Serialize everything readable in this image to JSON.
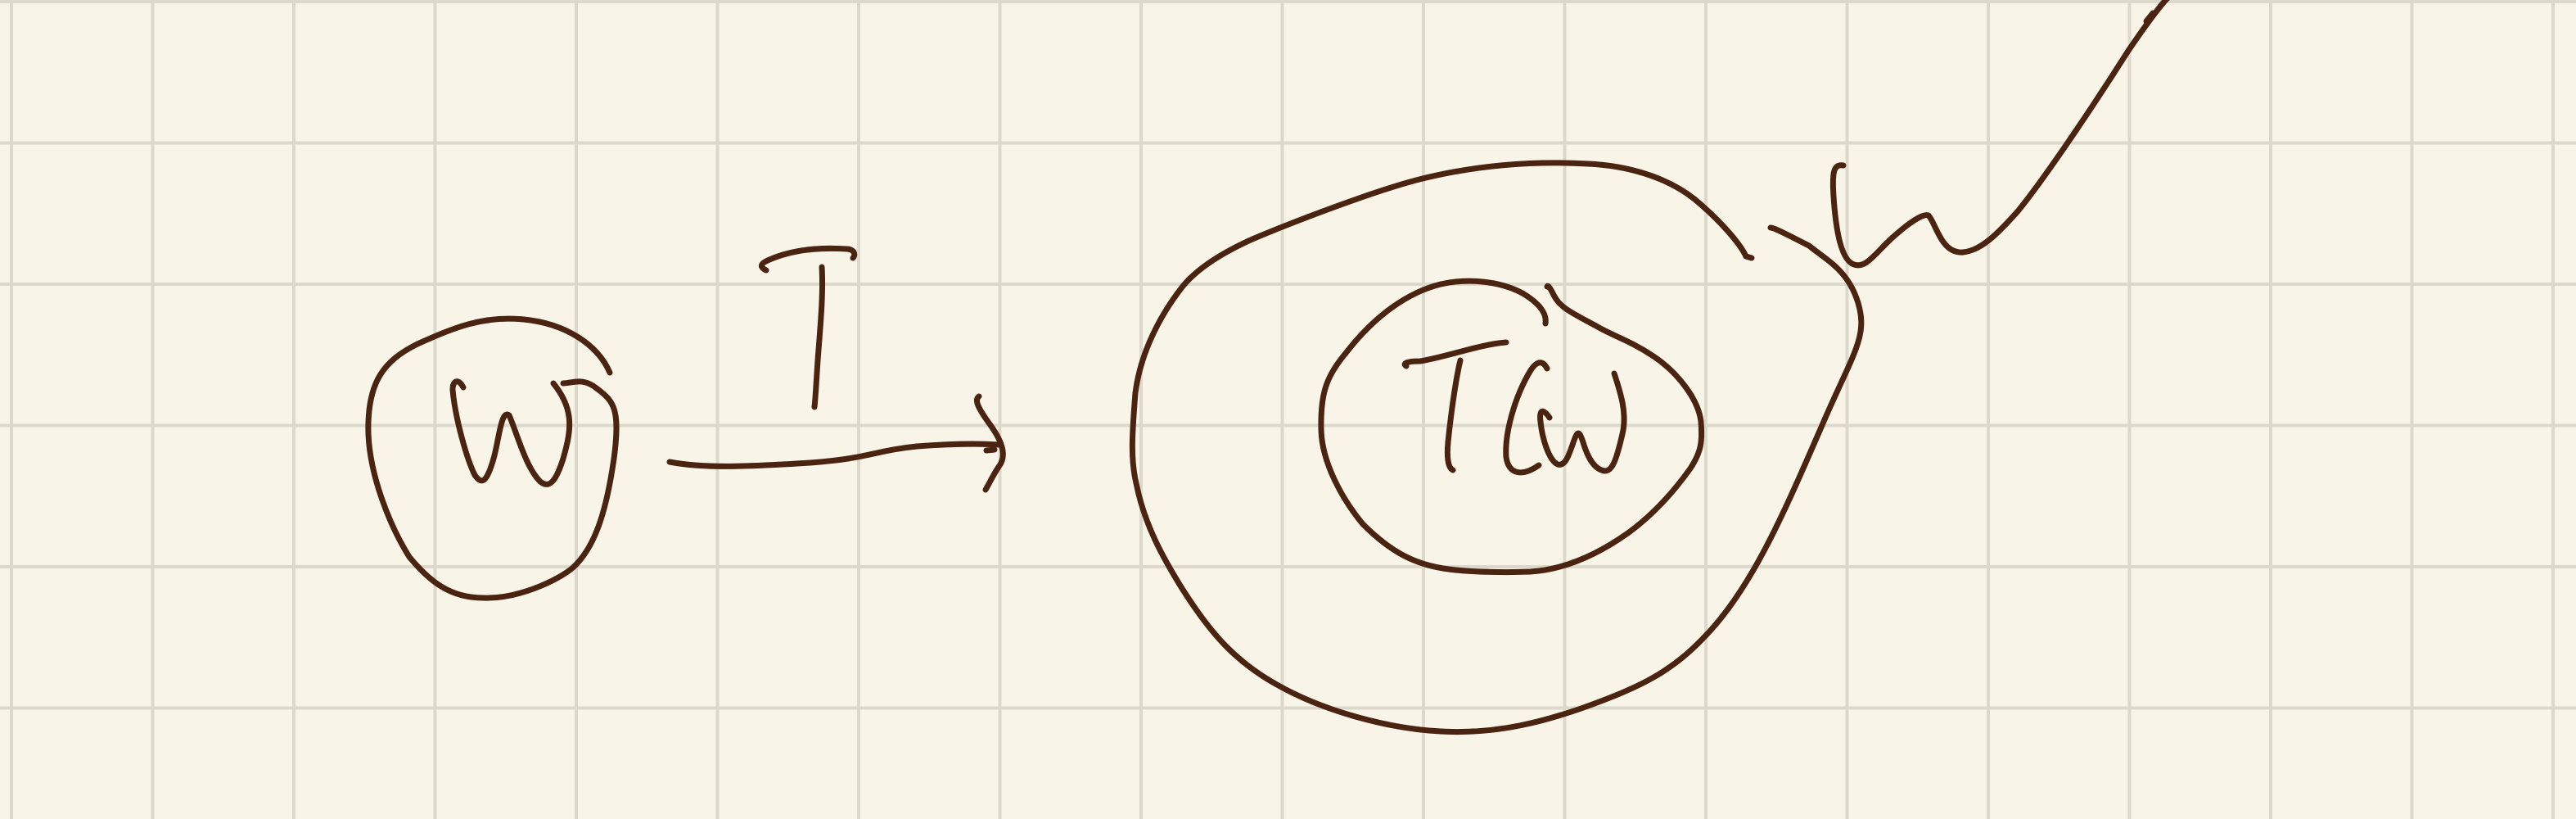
{
  "canvas": {
    "background_color": "#f8f5e8",
    "grid_color": "#dcd9cc",
    "ink_color": "#4a2410"
  },
  "sketch": {
    "left_set_label": "W",
    "map_label": "T",
    "inner_set_label": "T(W)",
    "outer_set_label": "W"
  }
}
